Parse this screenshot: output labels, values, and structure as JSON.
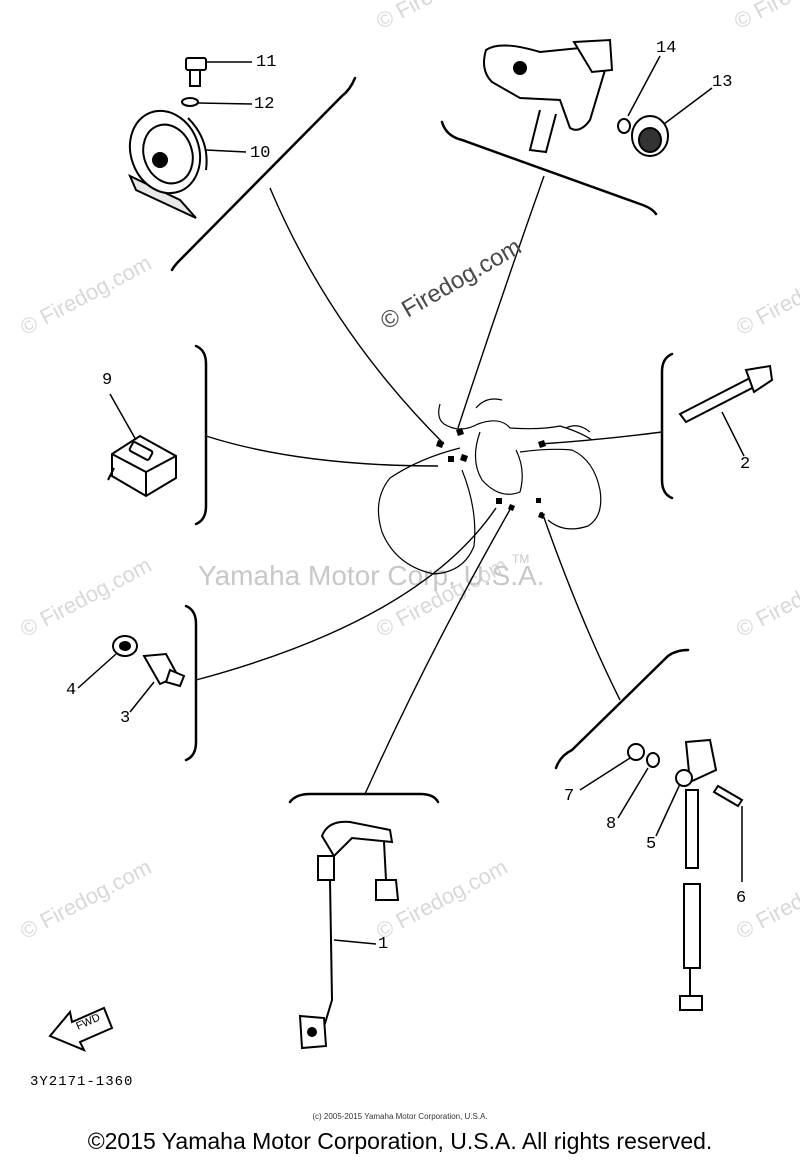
{
  "watermarks": {
    "corner": "© Firedog.com",
    "center": "© Firedog.com",
    "corp": "Yamaha Motor Corp, U.S.A.",
    "tm": "TM"
  },
  "callouts": [
    "11",
    "12",
    "10",
    "14",
    "13",
    "9",
    "2",
    "4",
    "3",
    "7",
    "8",
    "5",
    "6",
    "1"
  ],
  "fwd_label": "FWD",
  "diagram_code": "3Y2171-1360",
  "footer": {
    "small": "(c) 2005-2015 Yamaha Motor Corporation, U.S.A.",
    "large": "©2015 Yamaha Motor Corporation, U.S.A. All rights reserved."
  }
}
